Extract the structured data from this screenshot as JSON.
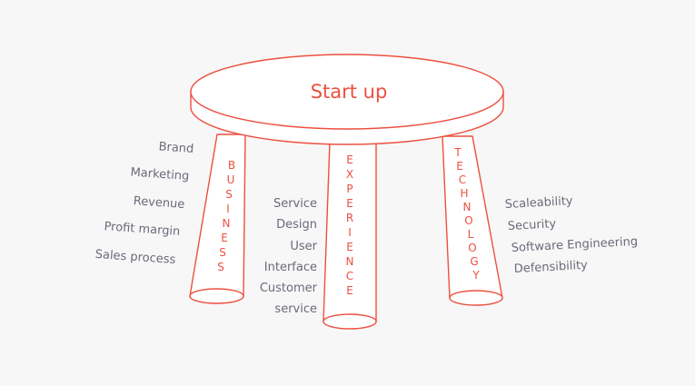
{
  "seat": {
    "label": "Start up"
  },
  "legs": [
    {
      "name": "BUSINESS",
      "labels": [
        "Brand",
        "Marketing",
        "Revenue",
        "Profit margin",
        "Sales process"
      ]
    },
    {
      "name": "EXPERIENCE",
      "labels": [
        "Service",
        "Design",
        "User",
        "Interface",
        "Customer",
        "service"
      ]
    },
    {
      "name": "TECHNOLOGY",
      "labels": [
        "Scaleability",
        "Security",
        "Software Engineering",
        "Defensibility"
      ]
    }
  ],
  "colors": {
    "accent": "#ec5040",
    "text": "#6a6a7a",
    "background": "#f7f7f7"
  }
}
